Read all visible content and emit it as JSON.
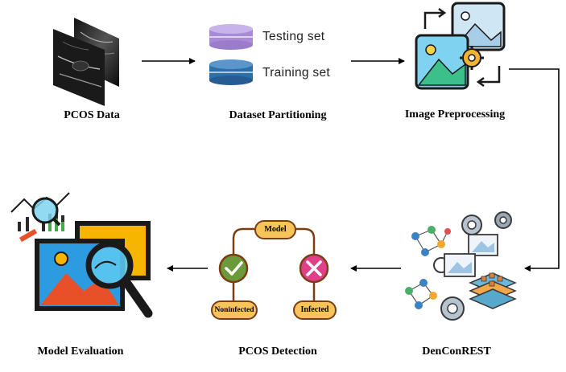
{
  "stages": {
    "pcos_data": "PCOS Data",
    "dataset_partitioning": "Dataset Partitioning",
    "image_preprocessing": "Image Preprocessing",
    "denconrest": "DenConREST",
    "pcos_detection": "PCOS Detection",
    "model_evaluation": "Model Evaluation"
  },
  "dataset": {
    "testing_label": "Testing set",
    "training_label": "Training set"
  },
  "detection": {
    "model_label": "Model",
    "noninfected_label": "Noninfected",
    "infected_label": "Infected"
  },
  "colors": {
    "testing_db": "#a98ad6",
    "training_db": "#2f6fa8",
    "check_circle": "#6b9a3a",
    "cross_circle": "#e0408a",
    "pill_fill": "#f7c35b",
    "pill_border": "#7a3d14"
  },
  "icons": [
    "ultrasound-image-icon",
    "database-icon",
    "image-gear-icon",
    "network-gears-icon",
    "check-icon",
    "cross-icon",
    "magnifier-chart-icon"
  ]
}
